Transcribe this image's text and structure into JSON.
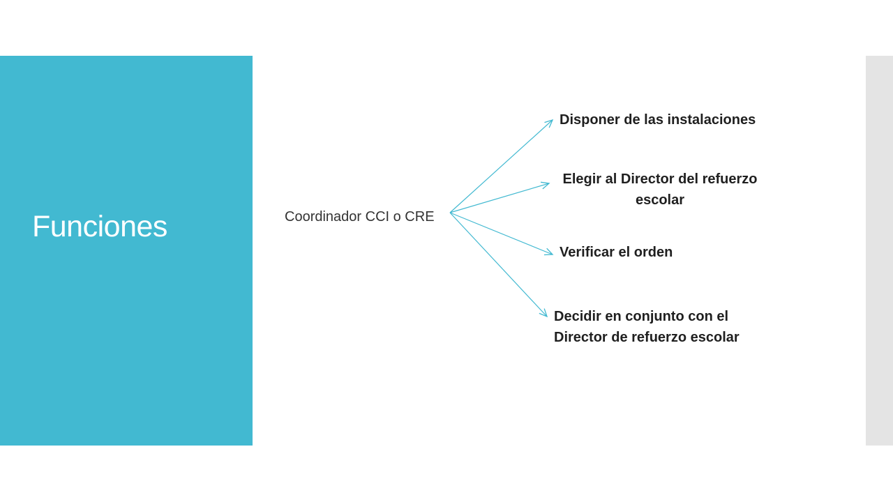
{
  "slide": {
    "title": "Funciones",
    "source": "Coordinador CCI o CRE",
    "items": [
      {
        "lines": [
          "Disponer de las instalaciones"
        ]
      },
      {
        "lines": [
          "Elegir al Director del refuerzo",
          "escolar"
        ]
      },
      {
        "lines": [
          "Verificar el orden"
        ]
      },
      {
        "lines": [
          "Decidir en conjunto con el",
          "Director de refuerzo escolar"
        ]
      }
    ]
  },
  "colors": {
    "accent": "#42b9d1",
    "strip": "#e4e4e4",
    "arrow": "#42b9d1"
  }
}
